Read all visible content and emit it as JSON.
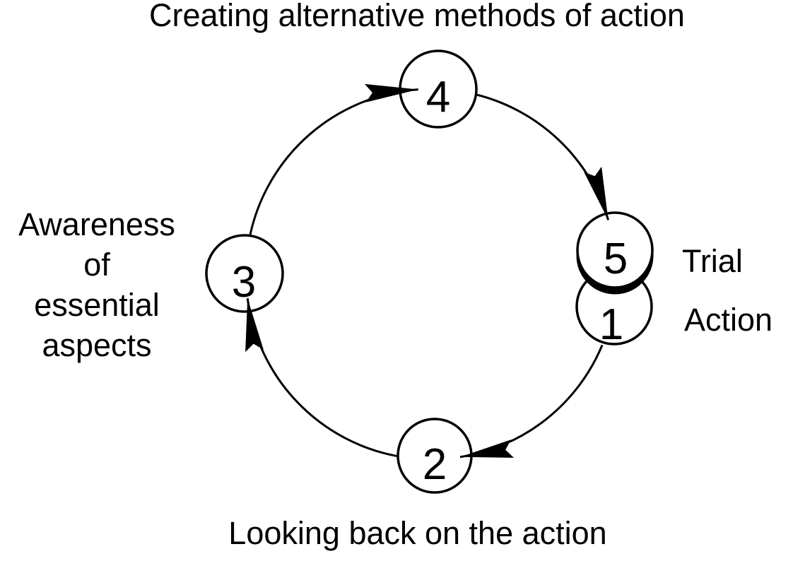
{
  "labels": {
    "top": "Creating alternative methods of action",
    "bottom": "Looking back on the action",
    "left": "Awareness\nof\nessential\naspects",
    "trial": "Trial",
    "action": "Action"
  },
  "nodes": {
    "n1": {
      "number": "1"
    },
    "n2": {
      "number": "2"
    },
    "n3": {
      "number": "3"
    },
    "n4": {
      "number": "4"
    },
    "n5": {
      "number": "5"
    }
  },
  "colors": {
    "ink": "#000000",
    "background": "#ffffff"
  }
}
